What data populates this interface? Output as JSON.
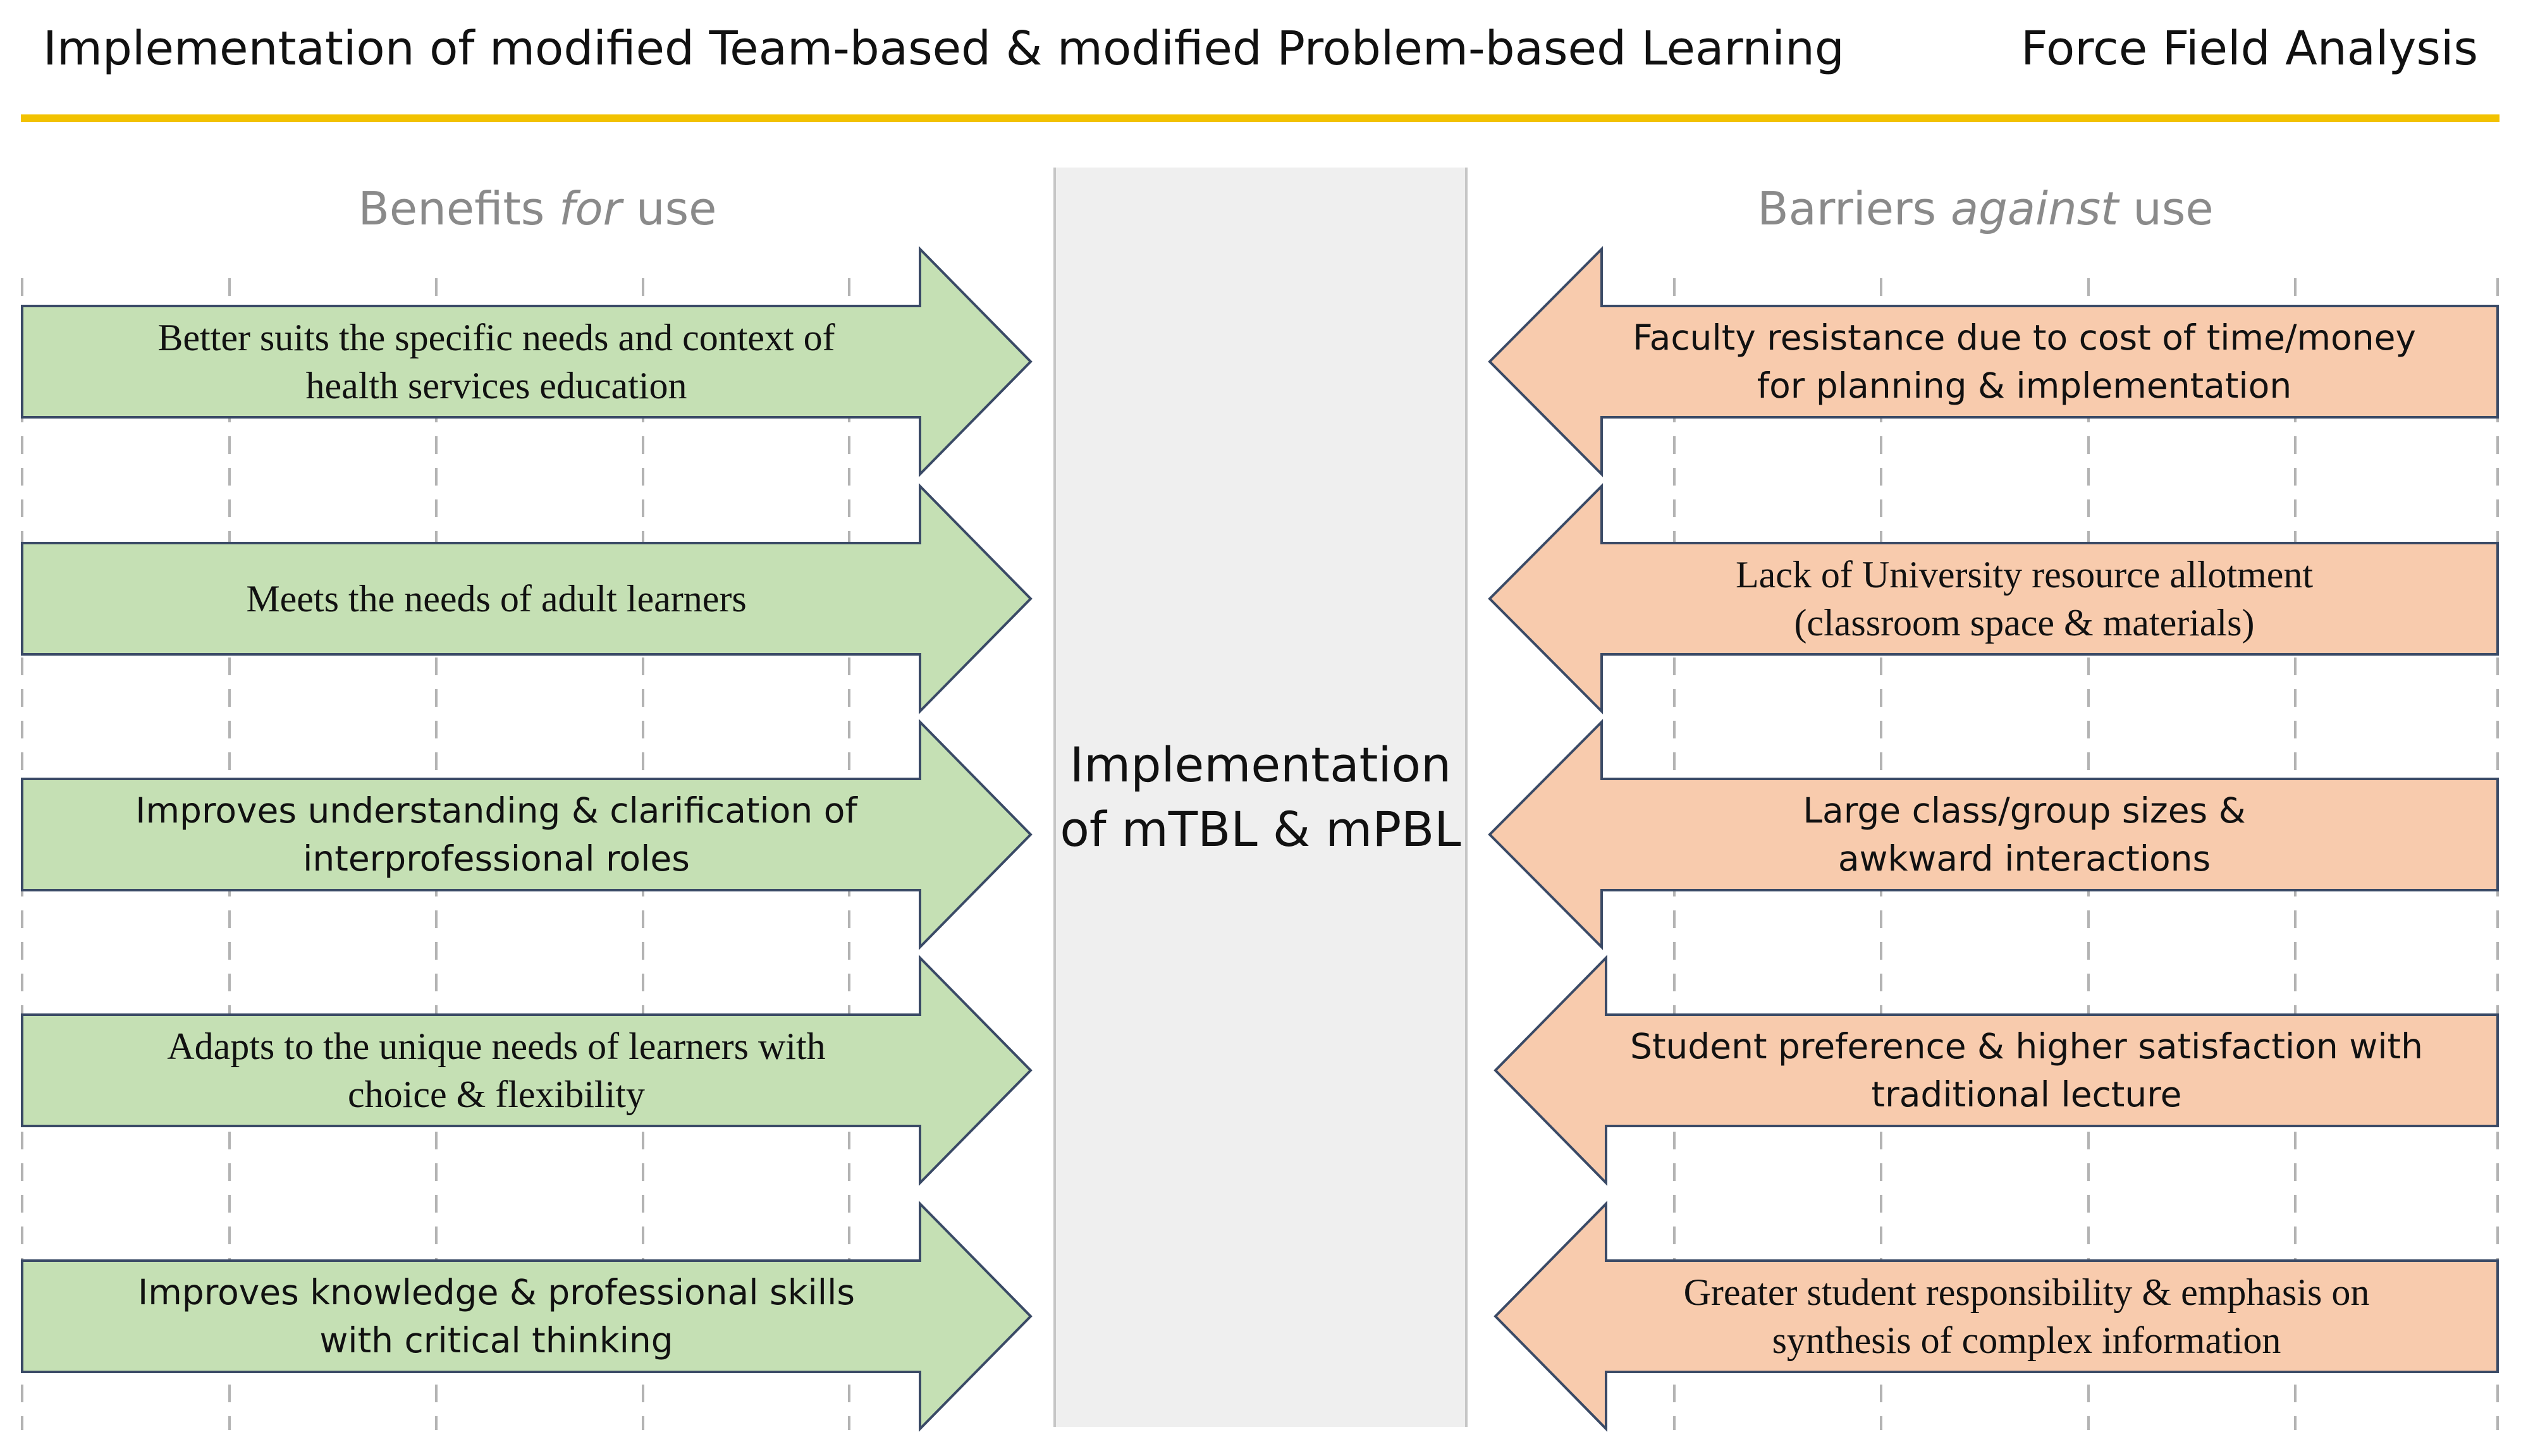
{
  "header": {
    "title": "Implementation of modified Team-based & modified Problem-based Learning",
    "right_label": "Force Field Analysis"
  },
  "benefits": {
    "heading_pre": "Benefits ",
    "heading_em": "for",
    "heading_post": " use",
    "items": [
      {
        "text": "Better suits the specific needs and context of\nhealth services education",
        "font": "serif"
      },
      {
        "text": "Meets the needs of adult learners",
        "font": "serif"
      },
      {
        "text": "Improves understanding & clarification of\ninterprofessional roles",
        "font": "sans"
      },
      {
        "text": "Adapts to the unique needs of learners with\nchoice & flexibility",
        "font": "serif"
      },
      {
        "text": "Improves knowledge & professional skills\nwith critical thinking",
        "font": "sans"
      }
    ]
  },
  "barriers": {
    "heading_pre": "Barriers ",
    "heading_em": "against",
    "heading_post": " use",
    "items": [
      {
        "text": "Faculty resistance due to cost of time/money\nfor planning & implementation",
        "font": "sans"
      },
      {
        "text": "Lack of University resource allotment\n(classroom space & materials)",
        "font": "serif"
      },
      {
        "text": "Large class/group sizes &\nawkward interactions",
        "font": "sans"
      },
      {
        "text": "Student preference & higher satisfaction with\ntraditional lecture",
        "font": "sans"
      },
      {
        "text": "Greater student responsibility & emphasis on\nsynthesis of complex information",
        "font": "serif"
      }
    ]
  },
  "center": {
    "label": "Implementation\nof mTBL & mPBL"
  },
  "colors": {
    "accent_rule": "#f2c200",
    "benefit_fill": "#c5e0b4",
    "barrier_fill": "#f8cbad",
    "arrow_stroke": "#3a4a66",
    "center_fill": "#efefef",
    "grid_line": "#b3b3b3"
  }
}
